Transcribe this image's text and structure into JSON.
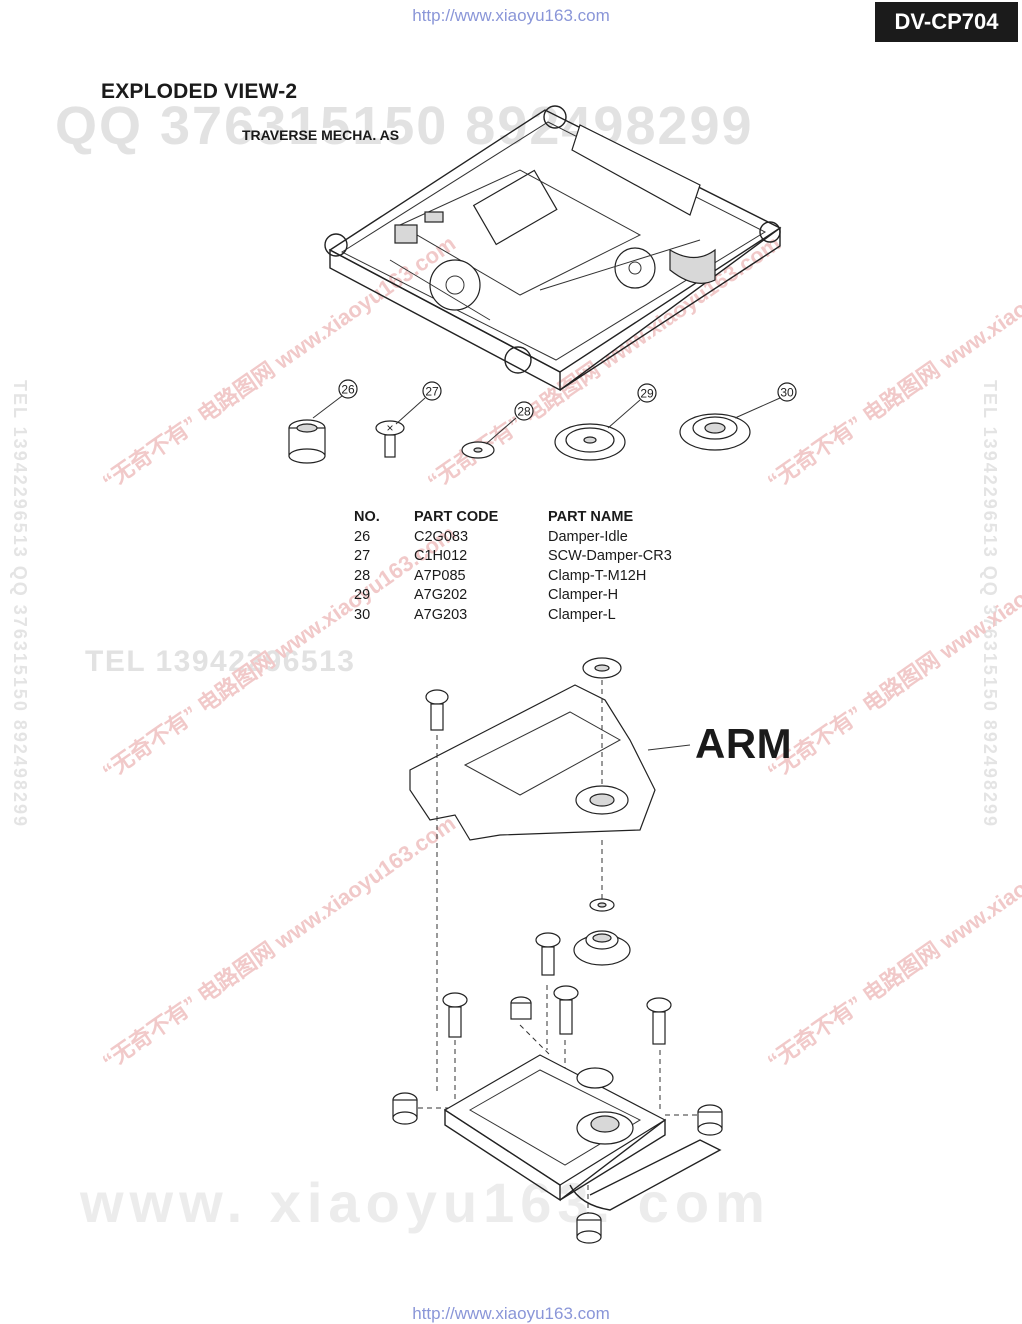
{
  "header": {
    "url_top": "http://www.xiaoyu163.com",
    "model": "DV-CP704"
  },
  "title": "EXPLODED VIEW-2",
  "subtitle": "TRAVERSE MECHA. AS",
  "callouts": [
    "26",
    "27",
    "28",
    "29",
    "30"
  ],
  "parts_table": {
    "headers": [
      "NO.",
      "PART CODE",
      "PART NAME"
    ],
    "rows": [
      [
        "26",
        "C2G083",
        "Damper-Idle"
      ],
      [
        "27",
        "C1H012",
        "SCW-Damper-CR3"
      ],
      [
        "28",
        "A7P085",
        "Clamp-T-M12H"
      ],
      [
        "29",
        "A7G202",
        "Clamper-H"
      ],
      [
        "30",
        "A7G203",
        "Clamper-L"
      ]
    ]
  },
  "arm_label": "ARM",
  "watermarks": {
    "qq": "QQ 376315150 892498299",
    "tel": "TEL 13942296513 QQ 376315150 892498299",
    "tel_short": "TEL 13942296513",
    "www": "www. xiaoyu163. com",
    "diag": "“无奇不有” 电路图网 www.xiaoyu163.com"
  },
  "footer": {
    "url_bottom": "http://www.xiaoyu163.com"
  }
}
